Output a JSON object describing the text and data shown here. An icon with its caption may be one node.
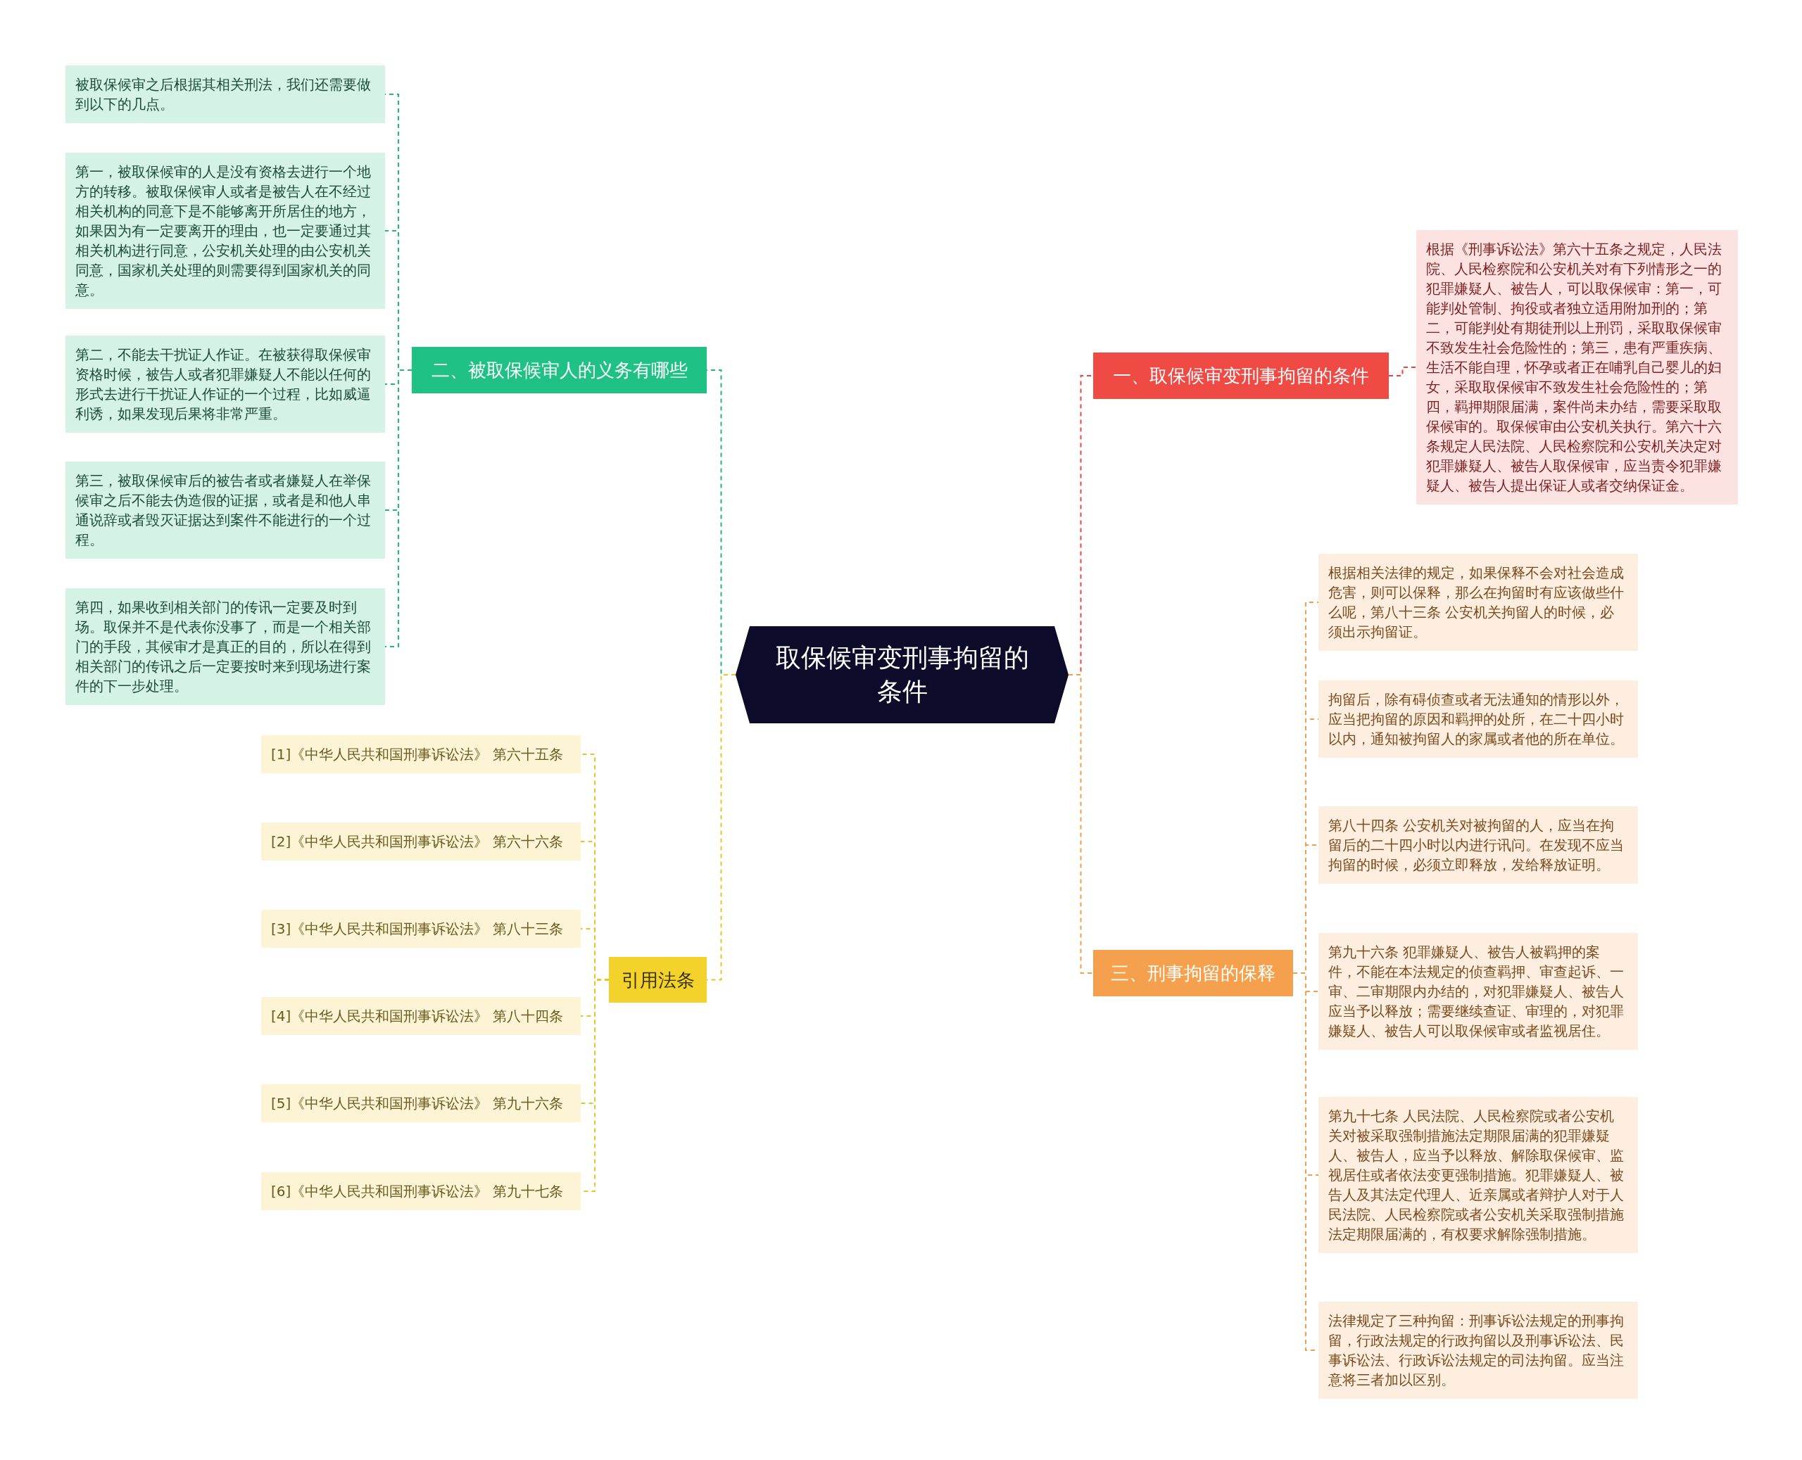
{
  "diagram": {
    "nodes": [
      {
        "text": [
          "取保候审变刑事拘留的条件"
        ]
      },
      {
        "text": [
          "一、取保候审变刑事拘留的条件"
        ]
      },
      {
        "text": [
          "根据《刑事诉讼法》第六十五条之规定，人民法院、人民检察院和公安机关对有下列情形之一的犯罪嫌疑人、被告人，可以取保候审：第一，可能判处管制、拘役或者独立适用附加刑的；第二，可能判处有期徒刑以上刑罚，采取取保候审不致发生社会危险性的；第三，患有严重疾病、生活不能自理，怀孕或者正在哺乳自己婴儿的妇女，采取取保候审不致发生社会危险性的；第四，羁押期限届满，案件尚未办结，需要采取取保候审的。取保候审由公安机关执行。第六十六条规定人民法院、人民检察院和公安机关决定对犯罪嫌疑人、被告人取保候审，应当责令犯罪嫌疑人、被告人提出保证人或者交纳保证金。"
        ]
      },
      {
        "text": [
          "三、刑事拘留的保释"
        ]
      },
      {
        "text": [
          "根据相关法律的规定，如果保释不会对社会造成危害，则可以保释，那么在拘留时有应该做些什么呢，第八十三条 公安机关拘留人的时候，必须出示拘留证。"
        ]
      },
      {
        "text": [
          "拘留后，除有碍侦查或者无法通知的情形以外，应当把拘留的原因和羁押的处所，在二十四小时以内，通知被拘留人的家属或者他的所在单位。"
        ]
      },
      {
        "text": [
          "第八十四条 公安机关对被拘留的人，应当在拘留后的二十四小时以内进行讯问。在发现不应当拘留的时候，必须立即释放，发给释放证明。"
        ]
      },
      {
        "text": [
          "第九十六条 犯罪嫌疑人、被告人被羁押的案件，不能在本法规定的侦查羁押、审查起诉、一审、二审期限内办结的，对犯罪嫌疑人、被告人应当予以释放；需要继续查证、审理的，对犯罪嫌疑人、被告人可以取保候审或者监视居住。"
        ]
      },
      {
        "text": [
          "第九十七条 人民法院、人民检察院或者公安机关对被采取强制措施法定期限届满的犯罪嫌疑人、被告人，应当予以释放、解除取保候审、监视居住或者依法变更强制措施。犯罪嫌疑人、被告人及其法定代理人、近亲属或者辩护人对于人民法院、人民检察院或者公安机关采取强制措施法定期限届满的，有权要求解除强制措施。"
        ]
      },
      {
        "text": [
          "法律规定了三种拘留：刑事诉讼法规定的刑事拘留，行政法规定的行政拘留以及刑事诉讼法、民事诉讼法、行政诉讼法规定的司法拘留。应当注意将三者加以区别。"
        ]
      },
      {
        "text": [
          "二、被取保候审人的义务有哪些"
        ]
      },
      {
        "text": [
          "被取保候审之后根据其相关刑法，我们还需要做到以下的几点。"
        ]
      },
      {
        "text": [
          "第一，被取保候审的人是没有资格去进行一个地方的转移。被取保候审人或者是被告人在不经过相关机构的同意下是不能够离开所居住的地方，如果因为有一定要离开的理由，也一定要通过其相关机构进行同意，公安机关处理的由公安机关同意，国家机关处理的则需要得到国家机关的同意。"
        ]
      },
      {
        "text": [
          "第二，不能去干扰证人作证。在被获得取保候审资格时候，被告人或者犯罪嫌疑人不能以任何的形式去进行干扰证人作证的一个过程，比如威逼利诱，如果发现后果将非常严重。"
        ]
      },
      {
        "text": [
          "第三，被取保候审后的被告者或者嫌疑人在举保候审之后不能去伪造假的证据，或者是和他人串通说辞或者毁灭证据达到案件不能进行的一个过程。"
        ]
      },
      {
        "text": [
          "第四，如果收到相关部门的传讯一定要及时到场。取保并不是代表你没事了，而是一个相关部门的手段，其候审才是真正的目的，所以在得到相关部门的传讯之后一定要按时来到现场进行案件的下一步处理。"
        ]
      },
      {
        "text": [
          "引用法条"
        ]
      },
      {
        "text": [
          "[1]《中华人民共和国刑事诉讼法》 第六十五条"
        ]
      },
      {
        "text": [
          "[2]《中华人民共和国刑事诉讼法》 第六十六条"
        ]
      },
      {
        "text": [
          "[3]《中华人民共和国刑事诉讼法》 第八十三条"
        ]
      },
      {
        "text": [
          "[4]《中华人民共和国刑事诉讼法》 第八十四条"
        ]
      },
      {
        "text": [
          "[5]《中华人民共和国刑事诉讼法》 第九十六条"
        ]
      },
      {
        "text": [
          "[6]《中华人民共和国刑事诉讼法》 第九十七条"
        ]
      }
    ],
    "edges": [
      {
        "from": 0,
        "to": 1,
        "arrow": "none",
        "style": "dashed",
        "color": "#e8473f"
      },
      {
        "from": 1,
        "to": 2,
        "arrow": "none",
        "style": "dashed",
        "color": "#e8473f"
      },
      {
        "from": 0,
        "to": 3,
        "arrow": "none",
        "style": "dashed",
        "color": "#f0a04b"
      },
      {
        "from": 3,
        "to": 4,
        "arrow": "none",
        "style": "dashed",
        "color": "#f0a04b"
      },
      {
        "from": 3,
        "to": 5,
        "arrow": "none",
        "style": "dashed",
        "color": "#f0a04b"
      },
      {
        "from": 3,
        "to": 6,
        "arrow": "none",
        "style": "dashed",
        "color": "#f0a04b"
      },
      {
        "from": 3,
        "to": 7,
        "arrow": "none",
        "style": "dashed",
        "color": "#f0a04b"
      },
      {
        "from": 3,
        "to": 8,
        "arrow": "none",
        "style": "dashed",
        "color": "#f0a04b"
      },
      {
        "from": 3,
        "to": 9,
        "arrow": "none",
        "style": "dashed",
        "color": "#f0a04b"
      },
      {
        "from": 0,
        "to": 10,
        "arrow": "none",
        "style": "dashed",
        "color": "#1fb97a"
      },
      {
        "from": 10,
        "to": 11,
        "arrow": "none",
        "style": "dashed",
        "color": "#1fb97a"
      },
      {
        "from": 10,
        "to": 12,
        "arrow": "none",
        "style": "dashed",
        "color": "#1fb97a"
      },
      {
        "from": 10,
        "to": 13,
        "arrow": "none",
        "style": "dashed",
        "color": "#1fb97a"
      },
      {
        "from": 10,
        "to": 14,
        "arrow": "none",
        "style": "dashed",
        "color": "#1fb97a"
      },
      {
        "from": 10,
        "to": 15,
        "arrow": "none",
        "style": "dashed",
        "color": "#1fb97a"
      },
      {
        "from": 0,
        "to": 16,
        "arrow": "none",
        "style": "dashed",
        "color": "#e6c52a"
      },
      {
        "from": 16,
        "to": 17,
        "arrow": "none",
        "style": "dashed",
        "color": "#e6c52a"
      },
      {
        "from": 16,
        "to": 18,
        "arrow": "none",
        "style": "dashed",
        "color": "#e6c52a"
      },
      {
        "from": 16,
        "to": 19,
        "arrow": "none",
        "style": "dashed",
        "color": "#e6c52a"
      },
      {
        "from": 16,
        "to": 20,
        "arrow": "none",
        "style": "dashed",
        "color": "#e6c52a"
      },
      {
        "from": 16,
        "to": 21,
        "arrow": "none",
        "style": "dashed",
        "color": "#e6c52a"
      },
      {
        "from": 16,
        "to": 22,
        "arrow": "none",
        "style": "dashed",
        "color": "#e6c52a"
      }
    ]
  }
}
